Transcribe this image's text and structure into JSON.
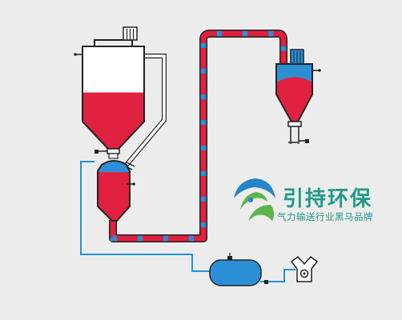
{
  "brand": {
    "name": "引持环保",
    "slogan": "气力输送行业黑马品牌"
  },
  "colors": {
    "material": "#e0213f",
    "air": "#2b8fd6",
    "air_line": "#1e94d8",
    "equipment_fill": "#ffffff",
    "outline": "#222222",
    "background": "#ececec",
    "logo_teal": "#1f9a86",
    "logo_green": "#5ab54a",
    "logo_blue": "#2585c8"
  },
  "levels": {
    "main_silo_fill": 0.55,
    "pressure_vessel_fill": 0.8,
    "receiver_fill": 0.7
  },
  "components": [
    {
      "id": "main-silo",
      "icon": "silo"
    },
    {
      "id": "silo-top-filter",
      "icon": "dust-filter"
    },
    {
      "id": "pressure-vessel",
      "icon": "blow-tank"
    },
    {
      "id": "conveying-pipe",
      "icon": "pipe-dense-phase"
    },
    {
      "id": "receiving-hopper",
      "icon": "receiver-hopper"
    },
    {
      "id": "receiver-filter",
      "icon": "dust-filter"
    },
    {
      "id": "air-receiver-tank",
      "icon": "air-tank"
    },
    {
      "id": "air-compressor",
      "icon": "compressor"
    }
  ]
}
